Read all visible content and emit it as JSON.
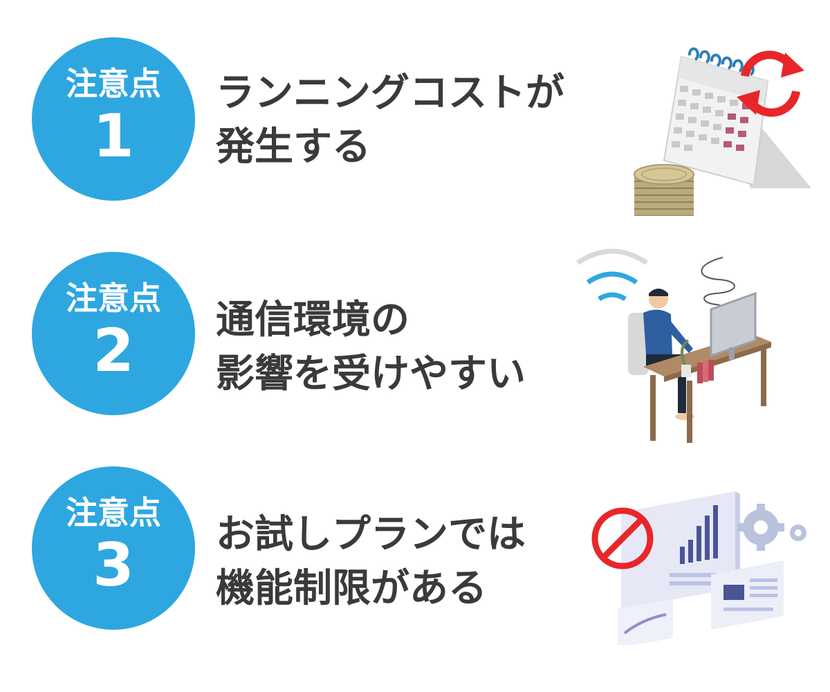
{
  "items": [
    {
      "badge_label": "注意点",
      "badge_number": "1",
      "title_line1": "ランニングコストが",
      "title_line2": "発生する",
      "icon": "calendar-coins-icon"
    },
    {
      "badge_label": "注意点",
      "badge_number": "2",
      "title_line1": "通信環境の",
      "title_line2": "影響を受けやすい",
      "icon": "worker-wifi-icon"
    },
    {
      "badge_label": "注意点",
      "badge_number": "3",
      "title_line1": "お試しプランでは",
      "title_line2": "機能制限がある",
      "icon": "restricted-dashboard-icon"
    }
  ],
  "colors": {
    "badge": "#2ea7e0",
    "title_text": "#3a3a3a",
    "refresh_arrows": "#e8262a",
    "prohibited": "#e8262a"
  }
}
